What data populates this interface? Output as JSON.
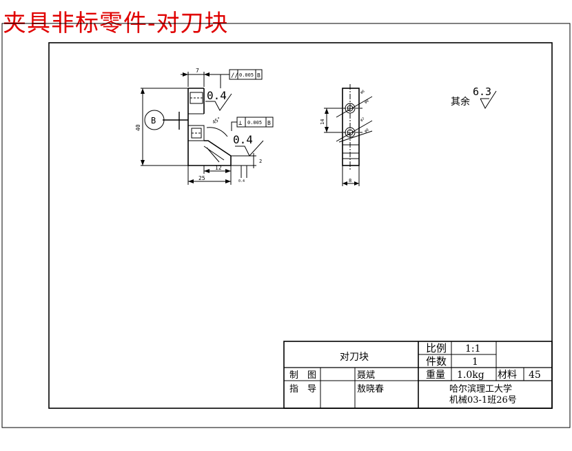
{
  "banner": {
    "title": "夹具非标零件-对刀块"
  },
  "drawing": {
    "front_view": {
      "dim_top": "7",
      "flatness_symbol": "//",
      "flatness_value": "0.005",
      "flatness_datum": "B",
      "rough1": "0.4",
      "datum_label": "B",
      "perp_symbol": "⊥",
      "perp_value": "0.005",
      "perp_datum": "B",
      "angle": "45°",
      "rough2": "0.4",
      "dim_height": "40",
      "dim_12": "12",
      "dim_25": "25",
      "dim_small_v": "2",
      "dim_small_h": "0.4"
    },
    "side_view": {
      "dim_14": "14",
      "dim_8": "8",
      "hole1": "φ6",
      "hole1b": "φ8",
      "hole2": "φ7",
      "hole2b": "φ8"
    },
    "rest_roughness": {
      "label": "其余",
      "value": "6.3"
    }
  },
  "title_block": {
    "part_name": "对刀块",
    "scale_label": "比例",
    "scale_value": "1:1",
    "qty_label": "件数",
    "qty_value": "1",
    "drawn_label": "制　图",
    "drawn_name": "聂斌",
    "weight_label": "重量",
    "weight_value": "1.0kg",
    "material_label": "材料",
    "material_value": "45",
    "checked_label": "指　导",
    "checked_name": "敖晓春",
    "school": "哈尔滨理工大学",
    "class_info": "机械03-1班26号"
  }
}
